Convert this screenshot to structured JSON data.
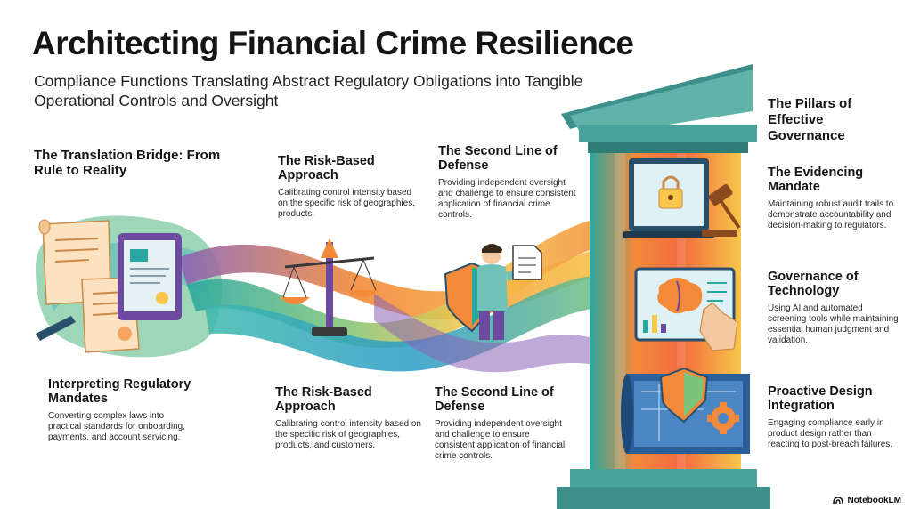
{
  "header": {
    "title": "Architecting Financial Crime Resilience",
    "subtitle": "Compliance Functions Translating Abstract Regulatory Obligations into Tangible Operational Controls and Oversight"
  },
  "sections": {
    "translation_bridge": {
      "title": "The Translation Bridge: From Rule to Reality"
    },
    "interpreting": {
      "title": "Interpreting Regulatory Mandates",
      "body": "Converting complex laws into practical standards for onboarding, payments, and account servicing."
    },
    "risk_based_top": {
      "title": "The Risk-Based Approach",
      "body": "Calibrating control intensity based on the specific risk of geographies, products."
    },
    "risk_based_bottom": {
      "title": "The Risk-Based Approach",
      "body": "Calibrating control intensity based on the specific risk of geographies, products, and customers."
    },
    "second_line_top": {
      "title": "The Second Line of Defense",
      "body": "Providing independent oversight and challenge to ensure consistent application of financial crime controls."
    },
    "second_line_bottom": {
      "title": "The Second Line of Defense",
      "body": "Providing independent oversight and challenge to ensure consistent application of financial crime controls."
    },
    "pillars": {
      "title": "The Pillars of Effective Governance"
    },
    "evidencing": {
      "title": "The Evidencing Mandate",
      "body": "Maintaining robust audit trails to demonstrate accountability and decision-making to regulators."
    },
    "governance_tech": {
      "title": "Governance of Technology",
      "body": "Using AI and automated screening tools while maintaining essential human judgment and validation."
    },
    "proactive": {
      "title": "Proactive Design Integration",
      "body": "Engaging compliance early in product design rather than reacting to post-breach failures."
    }
  },
  "brand": {
    "name": "NotebookLM"
  },
  "colors": {
    "teal": "#2aa7a0",
    "green": "#7cc47a",
    "orange": "#f28a3a",
    "yellow": "#f7c64a",
    "purple": "#8a63b8",
    "pillar_top": "#3d8f8a",
    "dark": "#151515"
  },
  "icons": [
    "scroll-icon",
    "tablet-icon",
    "scales-icon",
    "shield-icon",
    "person-icon",
    "document-icon",
    "lock-icon",
    "gavel-icon",
    "brain-icon",
    "hand-icon",
    "blueprint-icon",
    "gear-icon",
    "pen-icon"
  ]
}
